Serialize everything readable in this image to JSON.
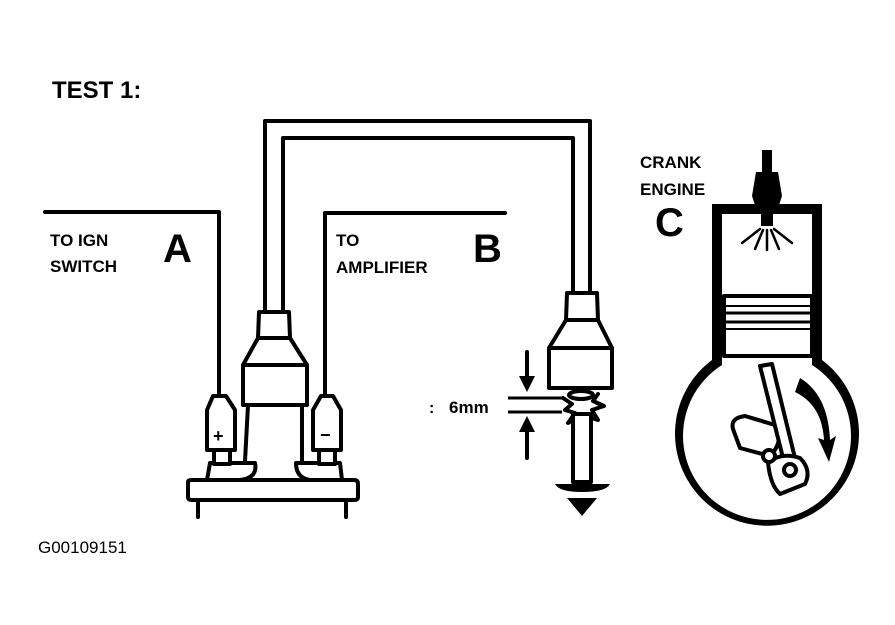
{
  "title": "TEST 1:",
  "labels": {
    "a_line1": "TO IGN",
    "a_line2": "SWITCH",
    "a_letter": "A",
    "b_line1": "TO",
    "b_line2": "AMPLIFIER",
    "b_letter": "B",
    "c_line1": "CRANK",
    "c_line2": "ENGINE",
    "c_letter": "C",
    "gap": "6mm",
    "gap_marker": ":",
    "plus": "+",
    "minus": "−"
  },
  "figure_id": "G00109151",
  "colors": {
    "ink": "#000000",
    "paper": "#ffffff"
  }
}
